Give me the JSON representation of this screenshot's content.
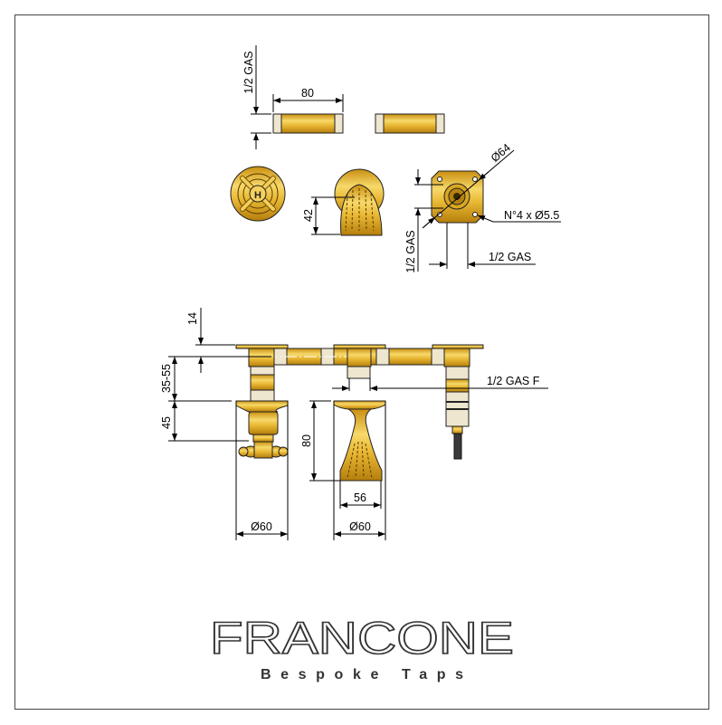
{
  "drawing": {
    "top_view": {
      "pipe_length": "80",
      "pipe_thread": "1/2 GAS"
    },
    "side_views": {
      "spout_height": "42",
      "flange_diameter": "Ø64",
      "flange_holes": "N°4 x Ø5.5",
      "flange_thread_vertical": "1/2 GAS",
      "flange_thread_horizontal": "1/2 GAS",
      "handle_letter": "H"
    },
    "front_view": {
      "plate_thickness": "14",
      "wall_depth": "35-55",
      "handle_height": "45",
      "spout_height": "80",
      "outlet_thread": "1/2 GAS F",
      "spout_base_width": "56",
      "handle_rosette_diameter": "Ø60",
      "spout_rosette_diameter": "Ø60"
    }
  },
  "brand": {
    "name": "FRANCONE",
    "tagline": "Bespoke Taps"
  },
  "colors": {
    "gold": "#e8b830",
    "line": "#000000",
    "brand": "#333333"
  }
}
